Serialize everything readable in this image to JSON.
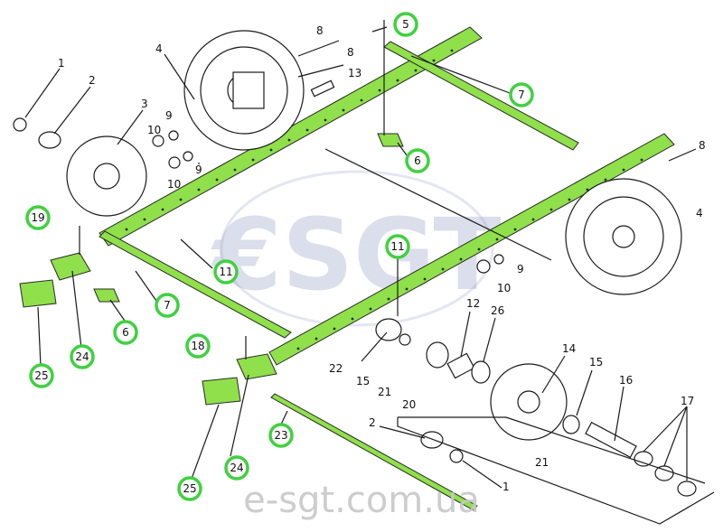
{
  "watermark": {
    "logo_text": "€SGT",
    "url_text": "e-sgt.com.ua"
  },
  "colors": {
    "highlight_green": "#8fe04a",
    "callout_ring": "#3fd13f",
    "line_ink": "#1a1a1a"
  },
  "callouts_highlighted": {
    "c5": "5",
    "c7a": "7",
    "c6a": "6",
    "c19": "19",
    "c11a": "11",
    "c11b": "11",
    "c7b": "7",
    "c6b": "6",
    "c24a": "24",
    "c25a": "25",
    "c18": "18",
    "c23": "23",
    "c24b": "24",
    "c25b": "25"
  },
  "labels_plain": {
    "l1a": "1",
    "l2a": "2",
    "l3": "3",
    "l4a": "4",
    "l8a": "8",
    "l8b": "8",
    "l13": "13",
    "l9a": "9",
    "l9b": "9",
    "l10a": "10",
    "l10b": "10",
    "l8c": "8",
    "l4b": "4",
    "l9c": "9",
    "l10c": "10",
    "l12": "12",
    "l26": "26",
    "l22": "22",
    "l15a": "15",
    "l21a": "21",
    "l20": "20",
    "l14": "14",
    "l15b": "15",
    "l16": "16",
    "l17": "17",
    "l21b": "21",
    "l2b": "2",
    "l1b": "1"
  }
}
